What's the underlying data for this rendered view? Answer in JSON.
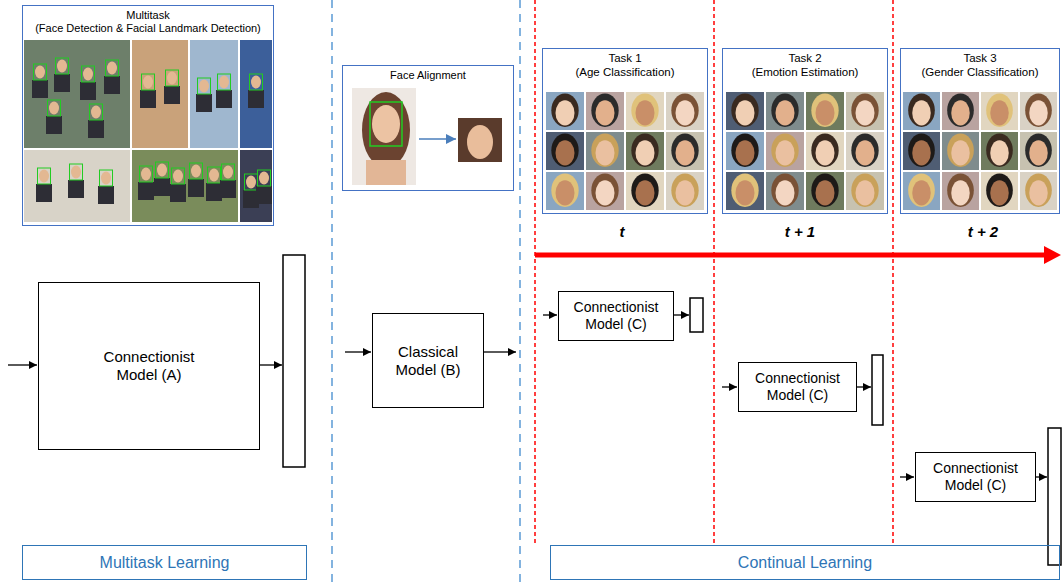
{
  "diagram": {
    "nodes": [
      {
        "text": [
          "Multitask",
          "(Face Detection & Facial Landmark Detection)"
        ]
      },
      {
        "text": [
          "Connectionist Model (A)"
        ]
      },
      {
        "text": [
          "Face Alignment"
        ]
      },
      {
        "text": [
          "Classical Model (B)"
        ]
      },
      {
        "text": [
          "Task 1",
          "(Age Classification)"
        ]
      },
      {
        "text": [
          "Task 2",
          "(Emotion Estimation)"
        ]
      },
      {
        "text": [
          "Task 3",
          "(Gender Classification)"
        ]
      },
      {
        "text": [
          "Connectionist Model (C)"
        ]
      },
      {
        "text": [
          "Connectionist Model (C)"
        ]
      },
      {
        "text": [
          "Connectionist Model (C)"
        ]
      },
      {
        "text": [
          "Multitask Learning"
        ]
      },
      {
        "text": [
          "Continual Learning"
        ]
      }
    ],
    "labels": [
      "t",
      "t + 1",
      "t + 2"
    ]
  }
}
